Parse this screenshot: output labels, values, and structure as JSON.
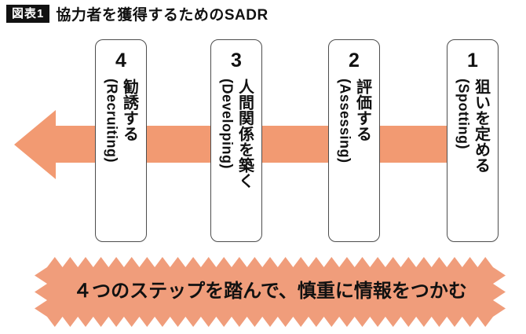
{
  "header": {
    "figure_label": "図表1",
    "title": "協力者を獲得するためのSADR"
  },
  "steps": [
    {
      "number": "4",
      "label_ja": "勧誘する",
      "label_en": "(Recruiting)"
    },
    {
      "number": "3",
      "label_ja": "人間関係を築く",
      "label_en": "(Developing)"
    },
    {
      "number": "2",
      "label_ja": "評価する",
      "label_en": "(Assessing)"
    },
    {
      "number": "1",
      "label_ja": "狙いを定める",
      "label_en": "(Spotting)"
    }
  ],
  "banner": {
    "text": "４つのステップを踏んで、慎重に情報をつかむ"
  },
  "colors": {
    "arrow": "#F29A72",
    "burst": "#F09D7B",
    "badge_bg": "#111111",
    "badge_text": "#FFFFFF",
    "box_border": "#4D4D4D",
    "text": "#1A1A1A"
  }
}
